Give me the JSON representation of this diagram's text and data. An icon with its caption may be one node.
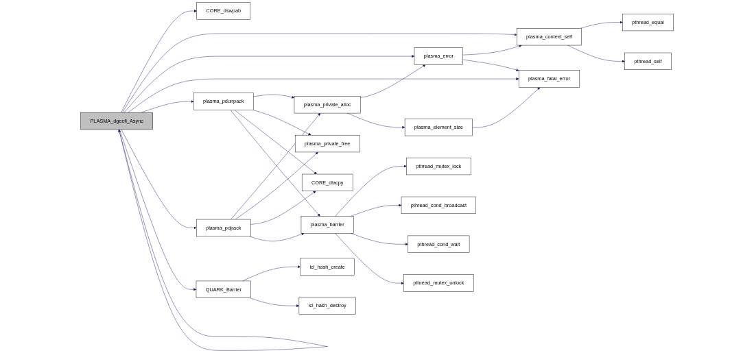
{
  "diagram": {
    "nodes": [
      {
        "text": [
          "PLASMA_dgecfi_Async"
        ]
      },
      {
        "text": [
          "CORE_dswpab"
        ]
      },
      {
        "text": [
          "plasma_context_self"
        ]
      },
      {
        "text": [
          "pthread_equal"
        ]
      },
      {
        "text": [
          "pthread_self"
        ]
      },
      {
        "text": [
          "plasma_error"
        ]
      },
      {
        "text": [
          "plasma_fatal_error"
        ]
      },
      {
        "text": [
          "plasma_pdunpack"
        ]
      },
      {
        "text": [
          "plasma_private_alloc"
        ]
      },
      {
        "text": [
          "plasma_element_size"
        ]
      },
      {
        "text": [
          "plasma_private_free"
        ]
      },
      {
        "text": [
          "plasma_pdpack"
        ]
      },
      {
        "text": [
          "plasma_barrier"
        ]
      },
      {
        "text": [
          "pthread_mutex_lock"
        ]
      },
      {
        "text": [
          "pthread_cond_broadcast"
        ]
      },
      {
        "text": [
          "pthread_cond_wait"
        ]
      },
      {
        "text": [
          "pthread_mutex_unlock"
        ]
      },
      {
        "text": [
          "CORE_dlacpy"
        ]
      },
      {
        "text": [
          "QUARK_Barrier"
        ]
      },
      {
        "text": [
          "icl_hash_create"
        ]
      },
      {
        "text": [
          "icl_hash_destroy"
        ]
      }
    ],
    "edges": [
      {
        "from": 0,
        "to": 1,
        "arrow": "to"
      },
      {
        "from": 0,
        "to": 2,
        "arrow": "to"
      },
      {
        "from": 0,
        "to": 5,
        "arrow": "to"
      },
      {
        "from": 0,
        "to": 6,
        "arrow": "to"
      },
      {
        "from": 0,
        "to": 7,
        "arrow": "to"
      },
      {
        "from": 0,
        "to": 11,
        "arrow": "to"
      },
      {
        "from": 0,
        "to": 18,
        "arrow": "to"
      },
      {
        "from": 2,
        "to": 3,
        "arrow": "to"
      },
      {
        "from": 2,
        "to": 4,
        "arrow": "to"
      },
      {
        "from": 5,
        "to": 2,
        "arrow": "to"
      },
      {
        "from": 5,
        "to": 6,
        "arrow": "to"
      },
      {
        "from": 7,
        "to": 8,
        "arrow": "to"
      },
      {
        "from": 7,
        "to": 10,
        "arrow": "to"
      },
      {
        "from": 7,
        "to": 17,
        "arrow": "to"
      },
      {
        "from": 7,
        "to": 12,
        "arrow": "to"
      },
      {
        "from": 8,
        "to": 5,
        "arrow": "to"
      },
      {
        "from": 8,
        "to": 9,
        "arrow": "to"
      },
      {
        "from": 9,
        "to": 6,
        "arrow": "to"
      },
      {
        "from": 11,
        "to": 8,
        "arrow": "to"
      },
      {
        "from": 11,
        "to": 10,
        "arrow": "to"
      },
      {
        "from": 11,
        "to": 17,
        "arrow": "to"
      },
      {
        "from": 11,
        "to": 12,
        "arrow": "to"
      },
      {
        "from": 12,
        "to": 13,
        "arrow": "to"
      },
      {
        "from": 12,
        "to": 14,
        "arrow": "to"
      },
      {
        "from": 12,
        "to": 15,
        "arrow": "to"
      },
      {
        "from": 12,
        "to": 16,
        "arrow": "to"
      },
      {
        "from": 18,
        "to": 19,
        "arrow": "to"
      },
      {
        "from": 18,
        "to": 20,
        "arrow": "to"
      },
      {
        "from": 0,
        "to": 0,
        "arrow": "to"
      }
    ]
  }
}
